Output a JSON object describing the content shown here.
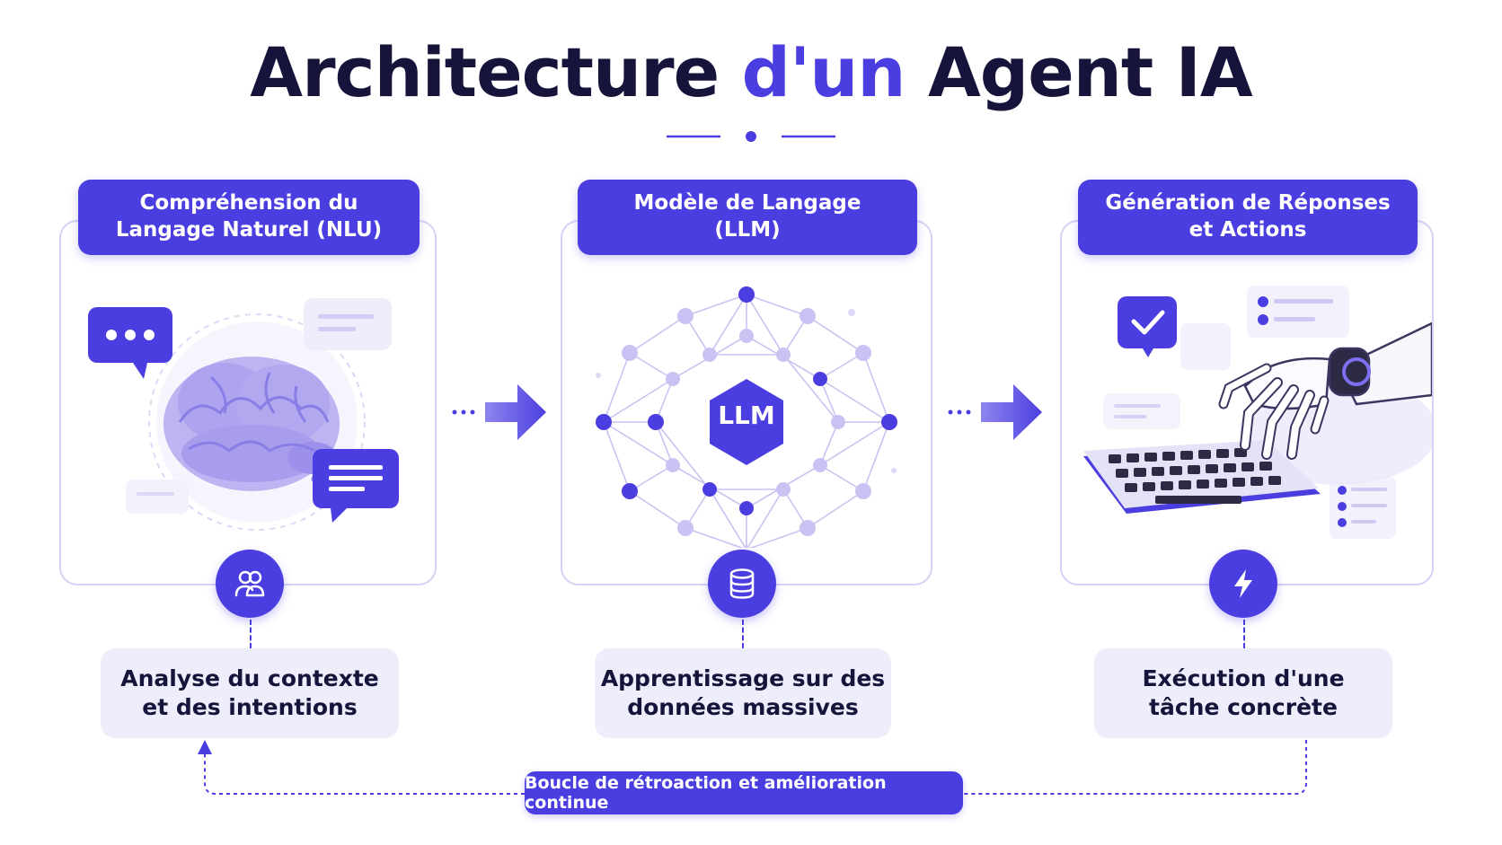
{
  "title": {
    "part1": "Architecture",
    "accent": "d'un",
    "part2": "Agent IA"
  },
  "columns": [
    {
      "header": "Compréhension du\nLangage Naturel (NLU)",
      "illustration": "brain-with-chat-bubbles",
      "icon": "users-icon",
      "description": "Analyse du contexte\net des intentions"
    },
    {
      "header": "Modèle de Langage\n(LLM)",
      "illustration": "neural-network",
      "center_label": "LLM",
      "icon": "database-icon",
      "description": "Apprentissage sur des\ndonnées massives"
    },
    {
      "header": "Génération de Réponses\net Actions",
      "illustration": "robot-hand-typing-keyboard",
      "icon": "lightning-icon",
      "description": "Exécution d'une\ntâche concrète"
    }
  ],
  "loop_label": "Boucle de rétroaction et amélioration continue",
  "colors": {
    "primary": "#4b3ee0",
    "light": "#eeedfb",
    "dark": "#16143a",
    "border": "#d6d2f4",
    "node_light": "#c9c2f2"
  }
}
